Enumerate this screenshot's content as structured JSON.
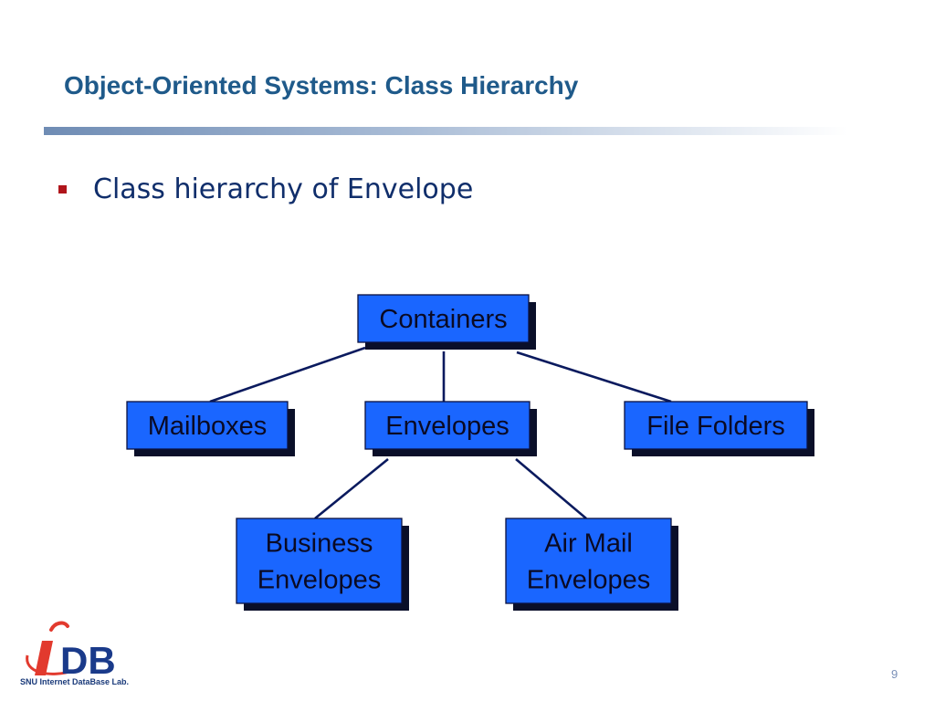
{
  "slide": {
    "title": "Object-Oriented Systems: Class Hierarchy",
    "bullet": "Class hierarchy of Envelope",
    "page_number": "9",
    "logo": {
      "mark": "DB",
      "caption": "SNU Internet DataBase Lab."
    }
  },
  "colors": {
    "title": "#1f5a8a",
    "node_fill": "#1a66ff",
    "node_shadow": "#0a0f29",
    "edge": "#0a1a5e",
    "bullet": "#b0151b"
  },
  "diagram": {
    "nodes": [
      {
        "id": "containers",
        "lines": [
          "Containers"
        ]
      },
      {
        "id": "mailboxes",
        "lines": [
          "Mailboxes"
        ]
      },
      {
        "id": "envelopes",
        "lines": [
          "Envelopes"
        ]
      },
      {
        "id": "file-folders",
        "lines": [
          "File Folders"
        ]
      },
      {
        "id": "business-envelopes",
        "lines": [
          "Business",
          "Envelopes"
        ]
      },
      {
        "id": "air-mail-envelopes",
        "lines": [
          "Air Mail",
          "Envelopes"
        ]
      }
    ],
    "edges": [
      {
        "from": "containers",
        "to": "mailboxes"
      },
      {
        "from": "containers",
        "to": "envelopes"
      },
      {
        "from": "containers",
        "to": "file-folders"
      },
      {
        "from": "envelopes",
        "to": "business-envelopes"
      },
      {
        "from": "envelopes",
        "to": "air-mail-envelopes"
      }
    ]
  }
}
